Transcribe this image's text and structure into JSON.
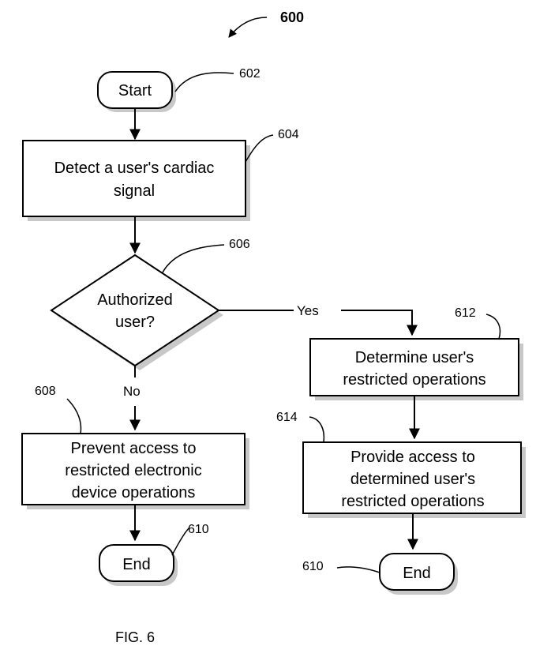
{
  "figure_number": "600",
  "caption": "FIG. 6",
  "nodes": {
    "start": {
      "ref": "602",
      "lines": [
        "Start"
      ]
    },
    "detect": {
      "ref": "604",
      "lines": [
        "Detect a user's cardiac",
        "signal"
      ]
    },
    "decision": {
      "ref": "606",
      "lines": [
        "Authorized",
        "user?"
      ]
    },
    "prevent": {
      "ref": "608",
      "lines": [
        "Prevent access to",
        "restricted electronic",
        "device operations"
      ]
    },
    "end_left": {
      "ref": "610",
      "lines": [
        "End"
      ]
    },
    "determine": {
      "ref": "612",
      "lines": [
        "Determine user's",
        "restricted operations"
      ]
    },
    "provide": {
      "ref": "614",
      "lines": [
        "Provide access to",
        "determined user's",
        "restricted operations"
      ]
    },
    "end_right": {
      "ref": "610",
      "lines": [
        "End"
      ]
    }
  },
  "edges": {
    "yes_label": "Yes",
    "no_label": "No"
  }
}
